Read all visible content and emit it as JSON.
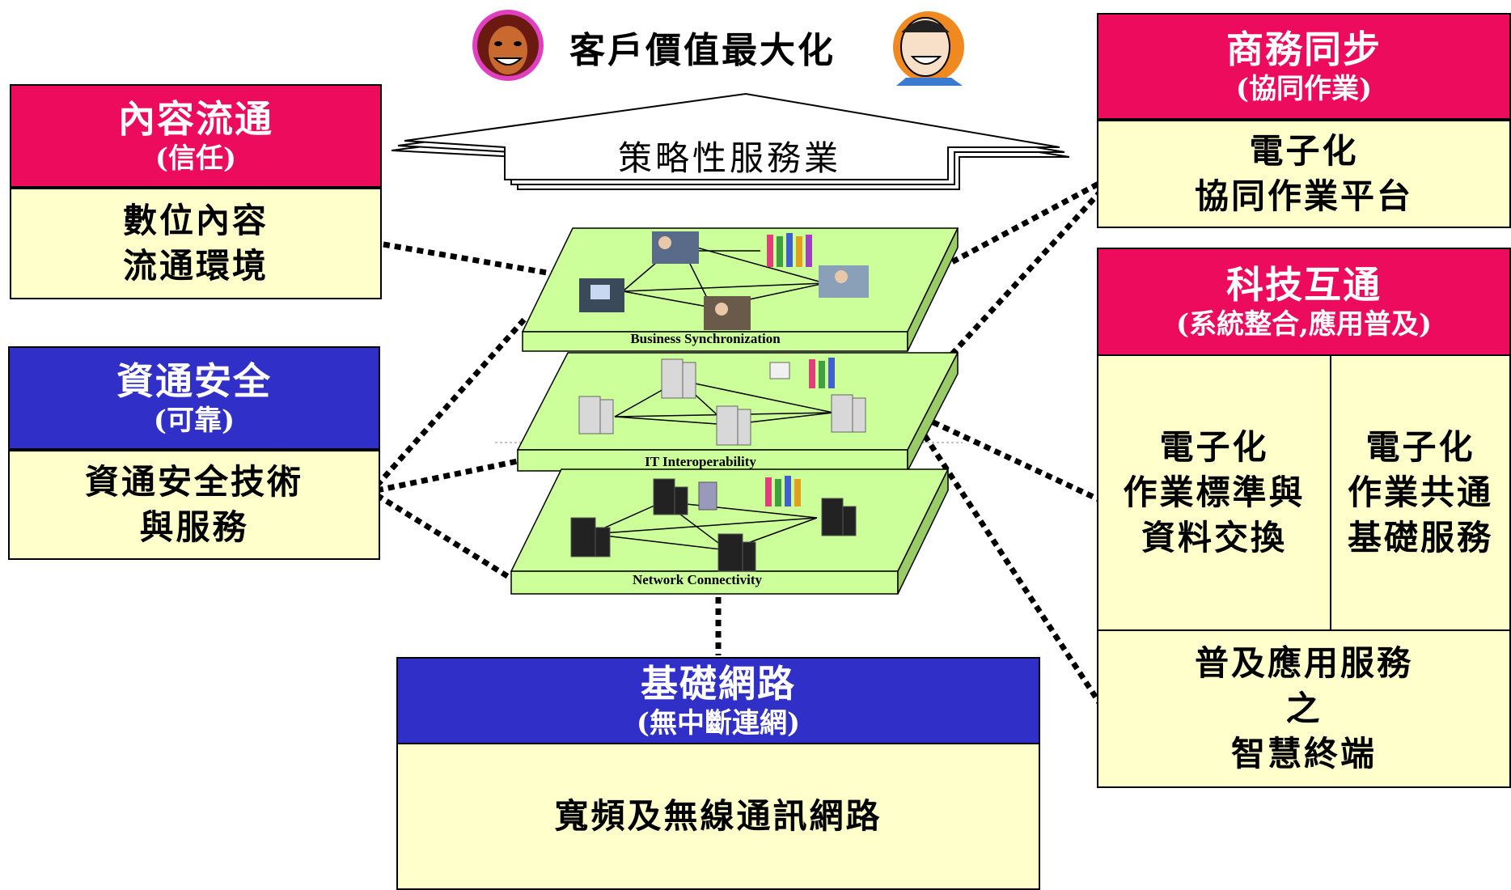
{
  "title": "客戶價值最大化",
  "roof_label": "策略性服務業",
  "left_boxes": [
    {
      "header": "內容流通",
      "sub": "(信任)",
      "lines": [
        "數位內容",
        "流通環境"
      ],
      "color": "#ec0b5c"
    },
    {
      "header": "資通安全",
      "sub": "(可靠)",
      "lines": [
        "資通安全技術",
        "與服務"
      ],
      "color": "#3030c8"
    }
  ],
  "bottom_box": {
    "header": "基礎網路",
    "sub": "(無中斷連網)",
    "lines": [
      "寬頻及無線通訊網路"
    ],
    "color": "#3030c8"
  },
  "right_top": {
    "header": "商務同步",
    "sub": "(協同作業)",
    "lines": [
      "電子化",
      "協同作業平台"
    ],
    "color": "#ec0b5c"
  },
  "right_mid": {
    "header": "科技互通",
    "sub": "(系統整合,應用普及)",
    "color": "#ec0b5c",
    "left_cell": [
      "電子化",
      "作業標準與",
      "資料交換"
    ],
    "right_cell": [
      "電子化",
      "作業共通",
      "基礎服務"
    ],
    "bottom_cell": [
      "普及應用服務",
      "之",
      "智慧終端"
    ]
  },
  "layers": [
    "Business Synchronization",
    "IT Interoperability",
    "Network Connectivity"
  ],
  "colors": {
    "pink": "#ec0b5c",
    "blue": "#3030c8",
    "cream": "#ffffcc",
    "layer_top": "#ccff99",
    "layer_side": "#99cc66"
  },
  "icons": [
    "woman-face-icon",
    "man-face-icon",
    "people-photo-icon",
    "server-icon",
    "building-icon",
    "users-group-icon"
  ]
}
